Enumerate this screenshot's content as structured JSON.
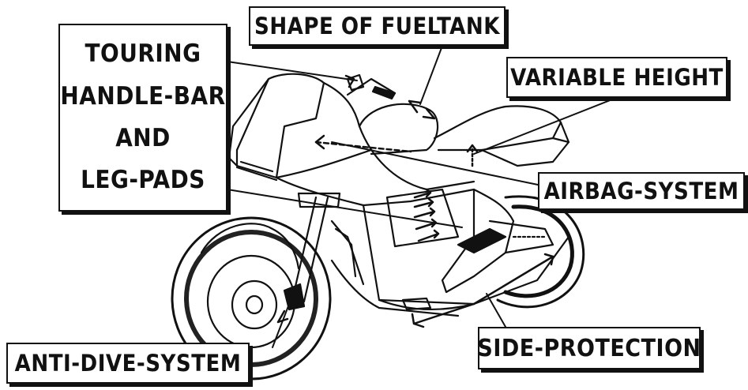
{
  "labels": {
    "touring_line1": "TOURING",
    "touring_line2": "HANDLE-BAR",
    "touring_line3": "AND",
    "touring_line4": "LEG-PADS",
    "fueltank": "SHAPE OF FUELTANK",
    "variable_height": "VARIABLE HEIGHT",
    "airbag": "AIRBAG-SYSTEM",
    "anti_dive": "ANTI-DIVE-SYSTEM",
    "side_protection": "SIDE-PROTECTION"
  }
}
